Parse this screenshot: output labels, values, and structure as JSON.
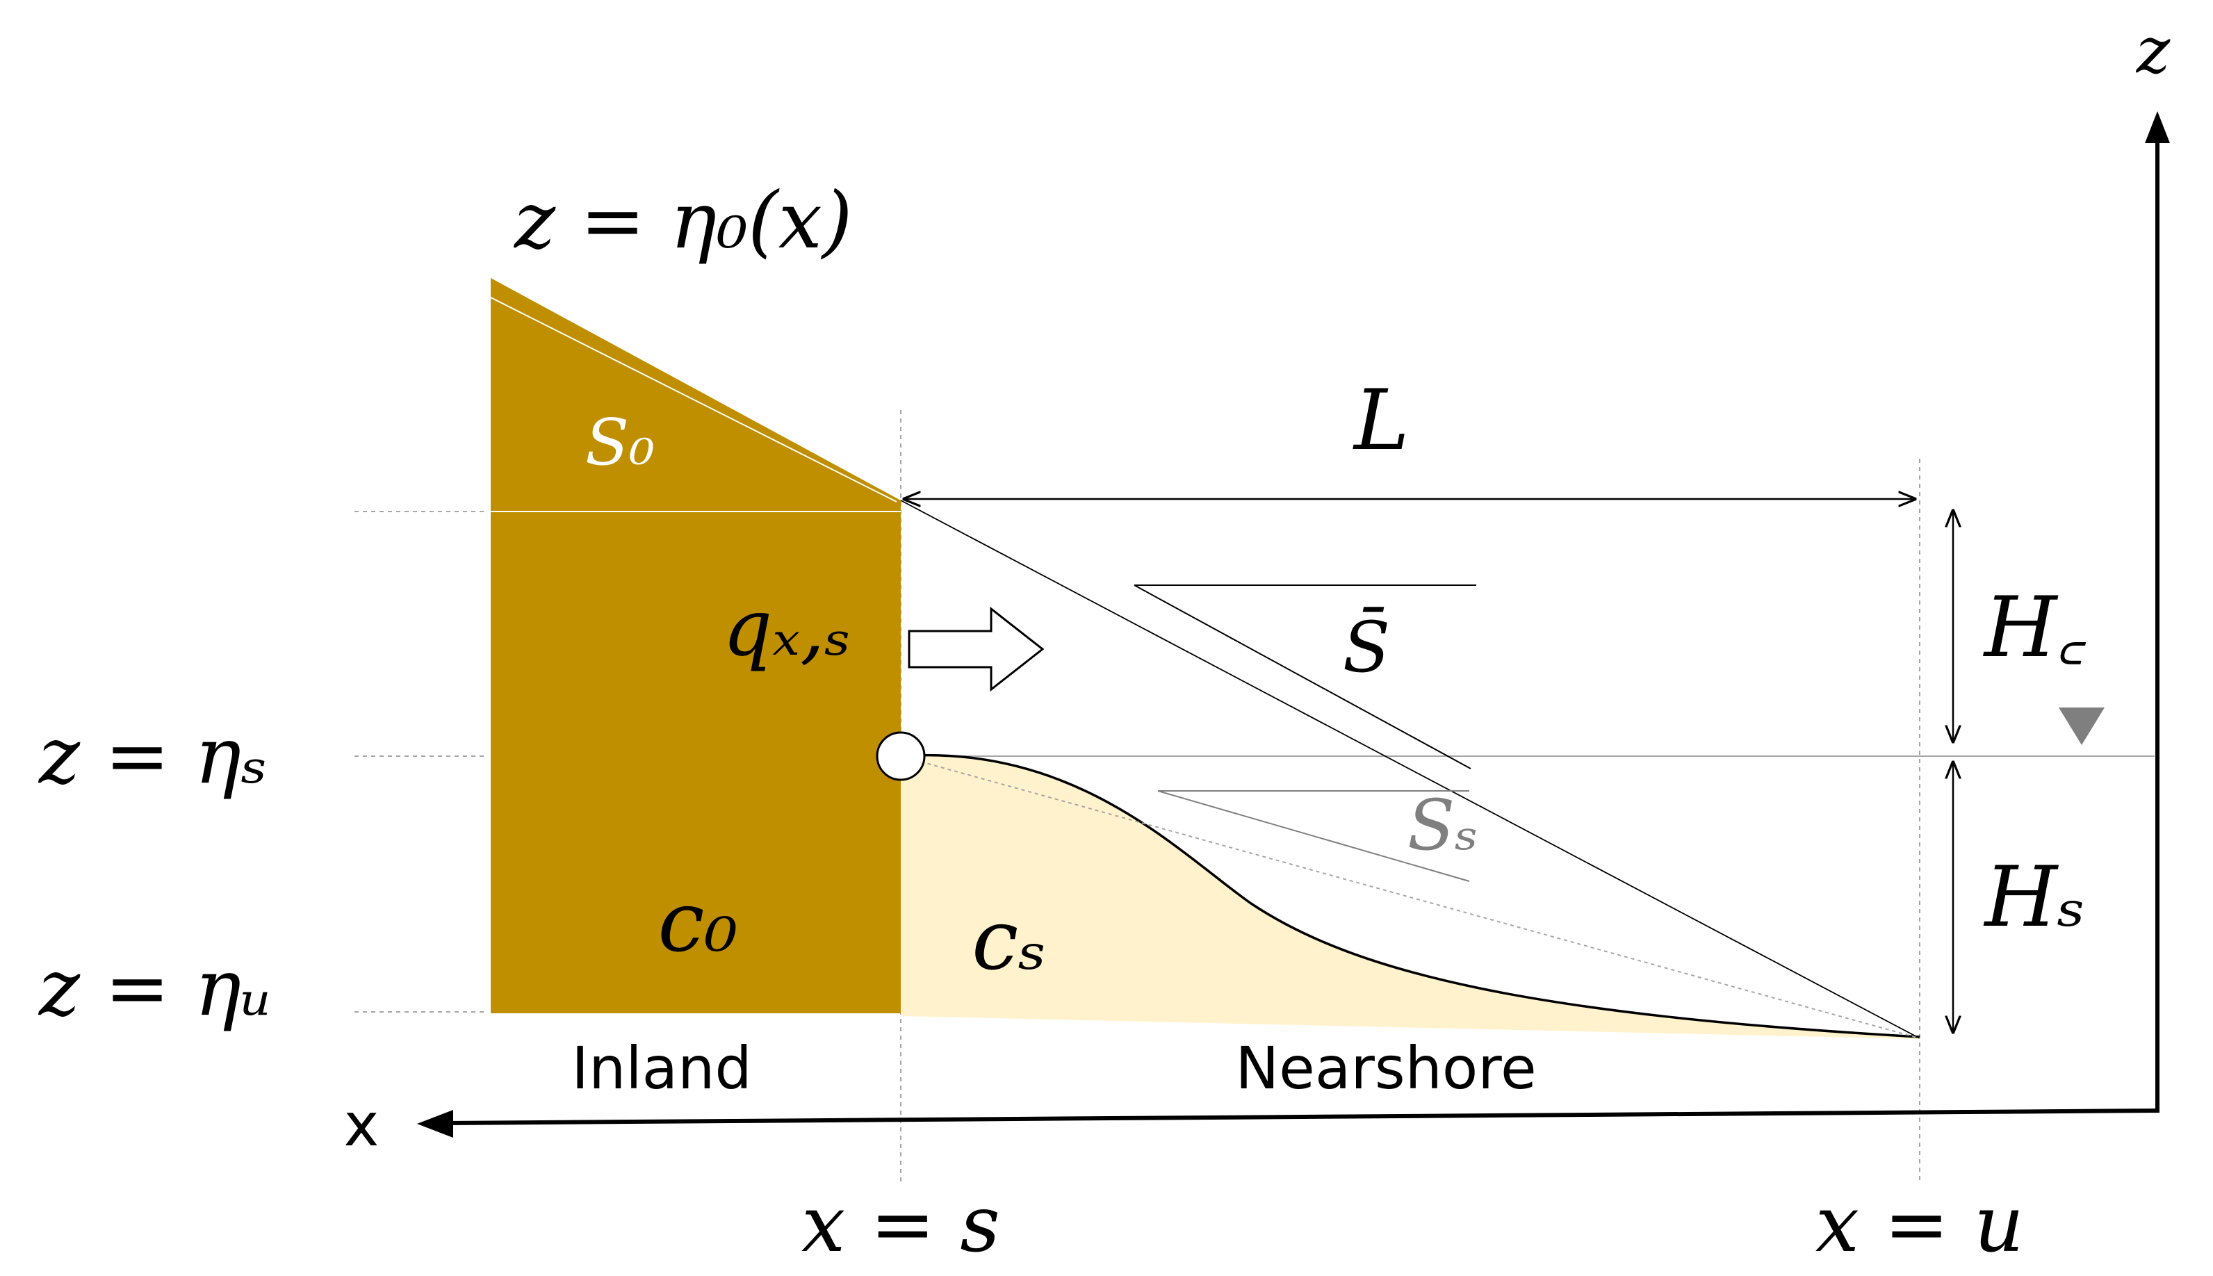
{
  "colors": {
    "inland_fill": "#BF8F00",
    "nearshore_fill": "#FFF2CC",
    "water_marker": "#7F7F7F",
    "line": "#000000",
    "guide": "#A6A6A6",
    "slope_gray": "#7F7F7F",
    "white": "#FFFFFF"
  },
  "labels": {
    "axis_z": "z",
    "axis_x": "x",
    "top_surface": "z = η₀(x)",
    "z_eta_s": "z = ηₛ",
    "z_eta_u": "z = ηᵤ",
    "x_eq_s": "x = s",
    "x_eq_u": "x = u",
    "length_L": "L",
    "height_Hc": "H꜀",
    "height_Hs": "Hₛ",
    "flux_q": "qₓ,ₛ",
    "slope_S0": "S₀",
    "slope_Sbar": "S̄",
    "slope_Ss": "Sₛ",
    "conc_c0": "c₀",
    "conc_cs": "cₛ",
    "region_inland": "Inland",
    "region_nearshore": "Nearshore"
  }
}
